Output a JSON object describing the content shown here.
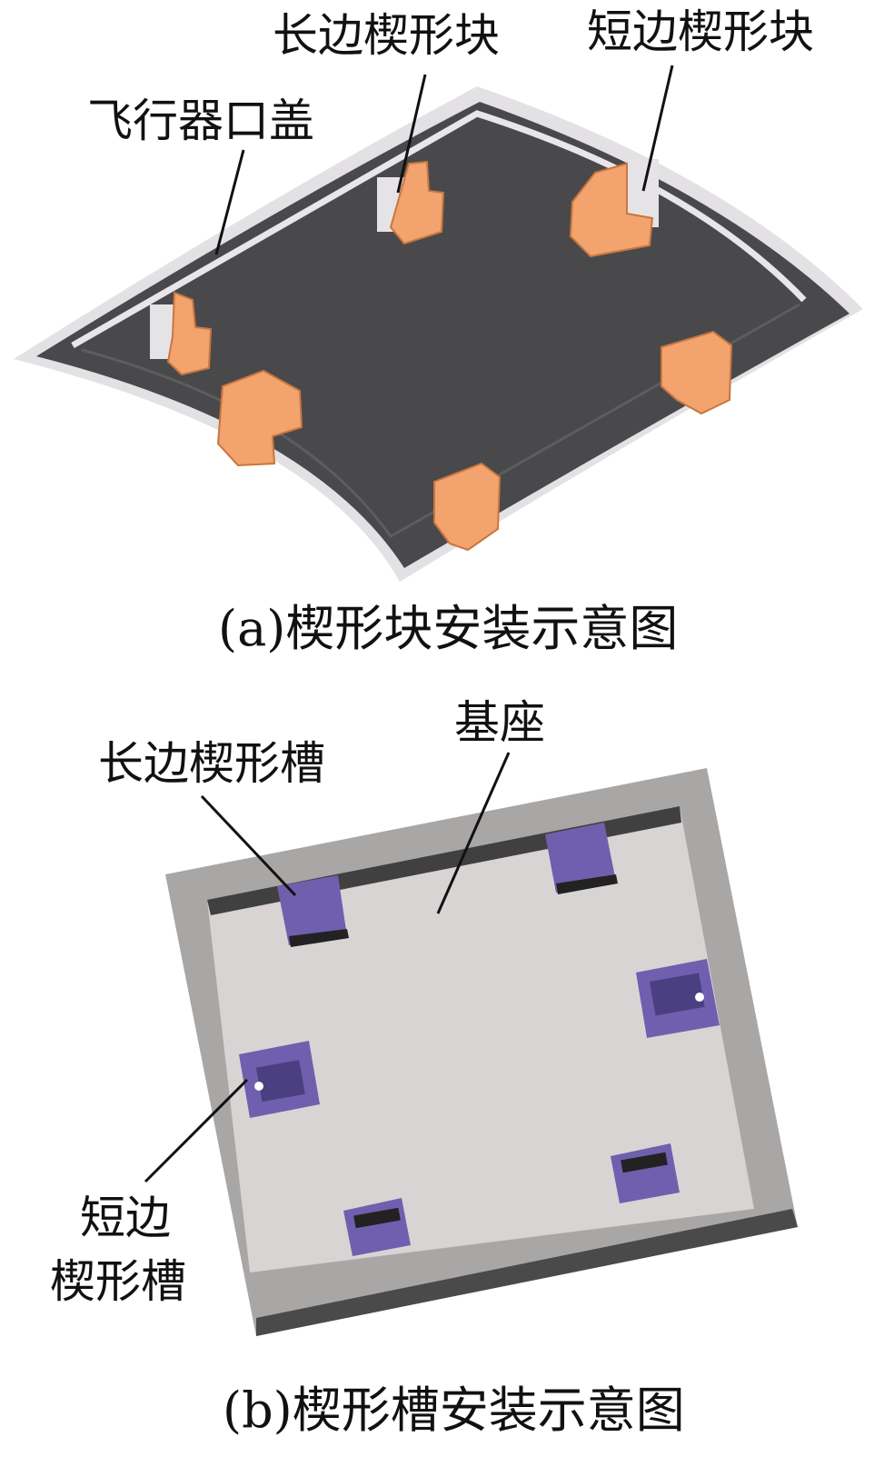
{
  "figure_a": {
    "caption": "(a)楔形块安装示意图",
    "labels": {
      "hatch": "飞行器口盖",
      "long_wedge": "长边楔形块",
      "short_wedge": "短边楔形块"
    }
  },
  "figure_b": {
    "caption": "(b)楔形槽安装示意图",
    "labels": {
      "base": "基座",
      "long_slot": "长边楔形槽",
      "short_slot_line1": "短边",
      "short_slot_line2": "楔形槽"
    }
  },
  "colors": {
    "panel": "#4a4a4c",
    "panel_edge": "#d8d6da",
    "wedge": "#f2a36e",
    "base_frame": "#a9a6a6",
    "base_inner": "#d9d4d4",
    "slot": "#6f5fae"
  }
}
